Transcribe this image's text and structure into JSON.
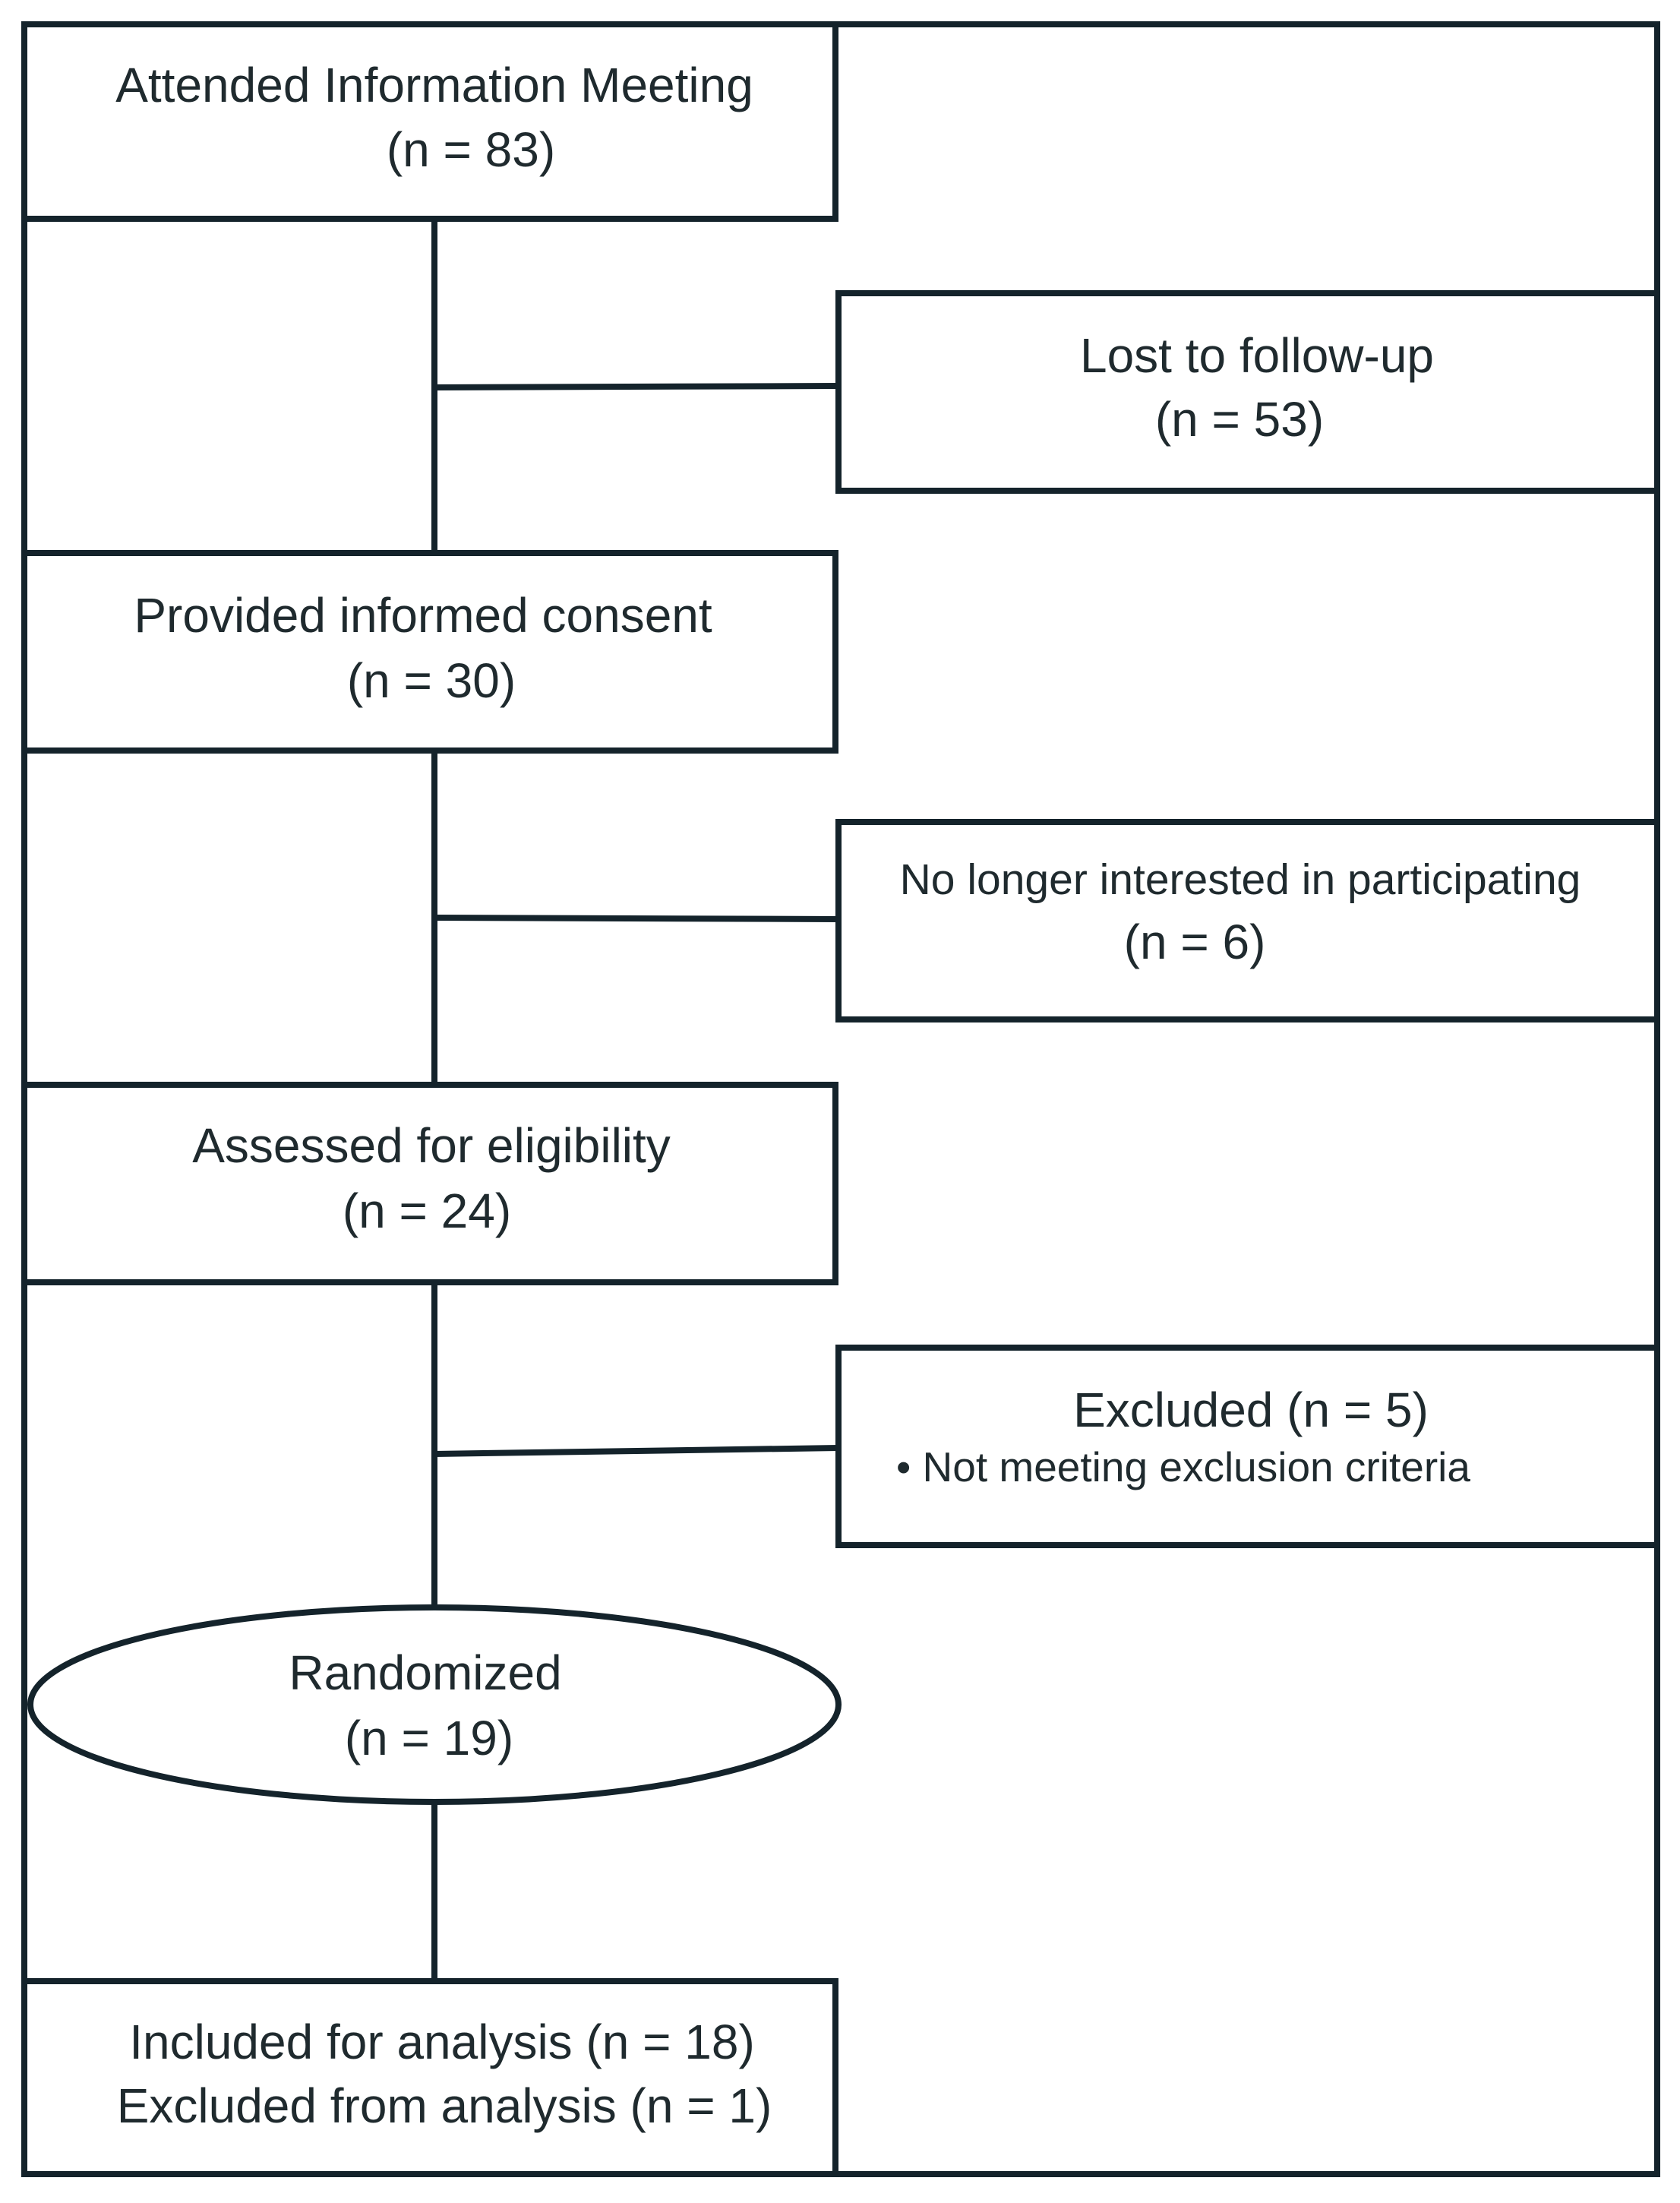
{
  "flowchart": {
    "attended": {
      "label": "Attended Information Meeting",
      "count": "(n = 83)"
    },
    "lost": {
      "label": "Lost to follow-up",
      "count": "(n = 53)"
    },
    "consent": {
      "label": "Provided informed consent",
      "count": "(n = 30)"
    },
    "not_interested": {
      "label": "No longer interested in participating",
      "count": "(n = 6)"
    },
    "assessed": {
      "label": "Assessed for eligibility",
      "count": "(n = 24)"
    },
    "excluded": {
      "label": "Excluded (n = 5)",
      "reason": "• Not meeting exclusion criteria"
    },
    "randomized": {
      "label": "Randomized",
      "count": "(n = 19)"
    },
    "final": {
      "included": "Included for analysis (n = 18)",
      "excluded": "Excluded from analysis (n = 1)"
    }
  },
  "colors": {
    "stroke": "#14232b",
    "text": "#1f2a2e",
    "background": "#ffffff"
  }
}
